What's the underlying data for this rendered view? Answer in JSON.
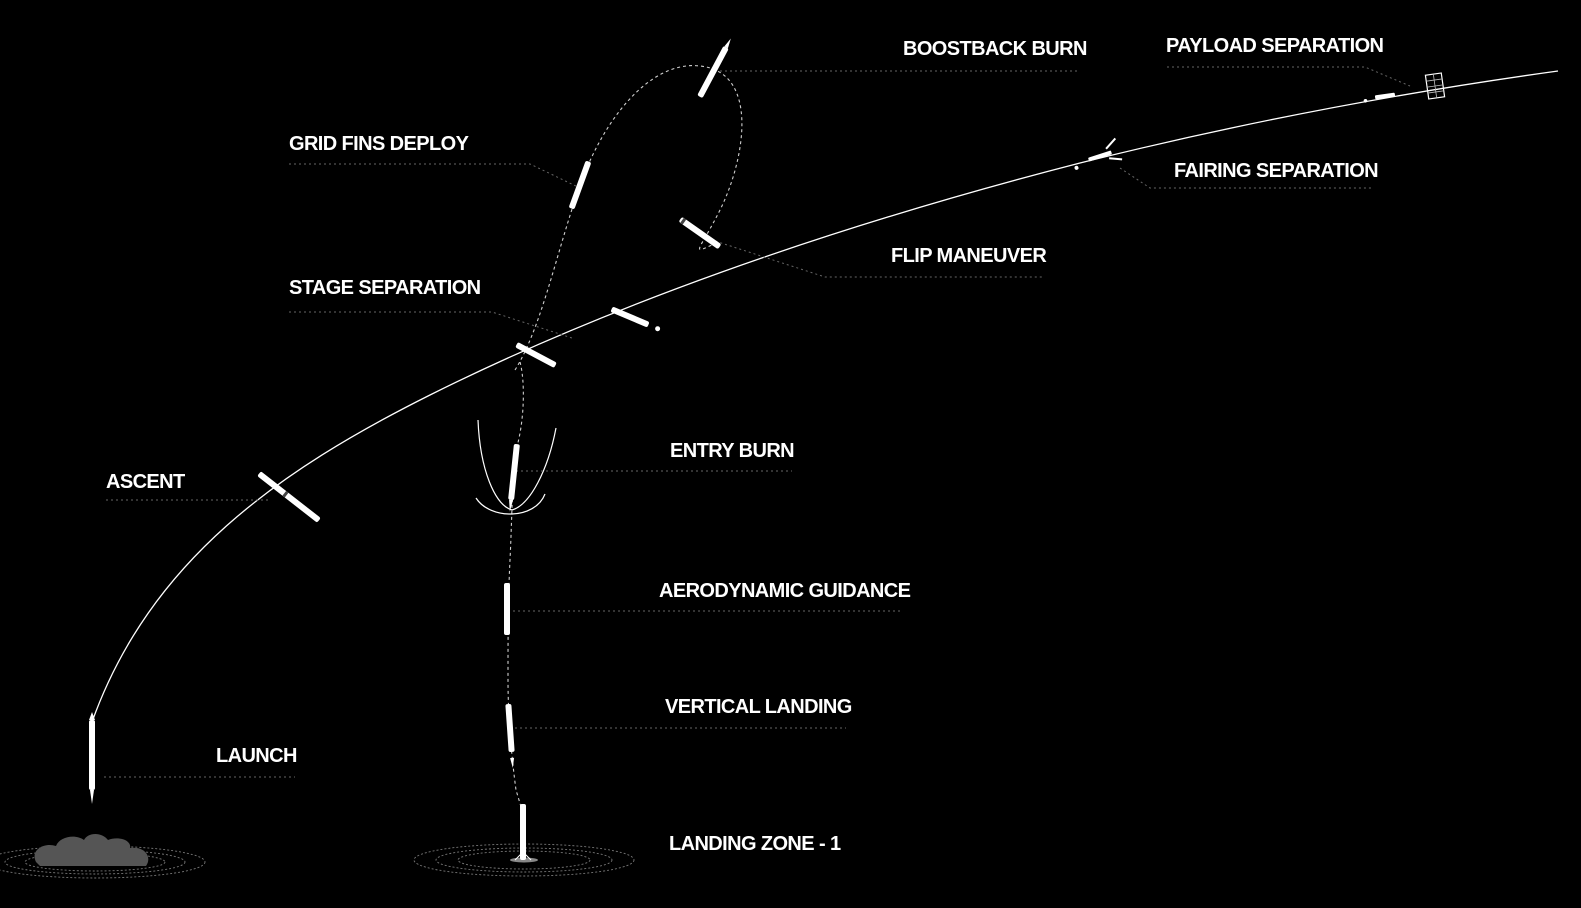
{
  "diagram": {
    "labels": {
      "launch": "LAUNCH",
      "ascent": "ASCENT",
      "stage_separation": "STAGE SEPARATION",
      "grid_fins_deploy": "GRID FINS DEPLOY",
      "boostback_burn": "BOOSTBACK BURN",
      "payload_separation": "PAYLOAD SEPARATION",
      "fairing_separation": "FAIRING SEPARATION",
      "flip_maneuver": "FLIP MANEUVER",
      "entry_burn": "ENTRY BURN",
      "aerodynamic_guidance": "AERODYNAMIC GUIDANCE",
      "vertical_landing": "VERTICAL LANDING",
      "landing_zone": "LANDING ZONE - 1"
    },
    "colors": {
      "background": "#000000",
      "trajectory": "#ffffff",
      "return_path": "#cfcfcf",
      "leader_line": "#666666",
      "launch_cloud": "#555555"
    }
  }
}
